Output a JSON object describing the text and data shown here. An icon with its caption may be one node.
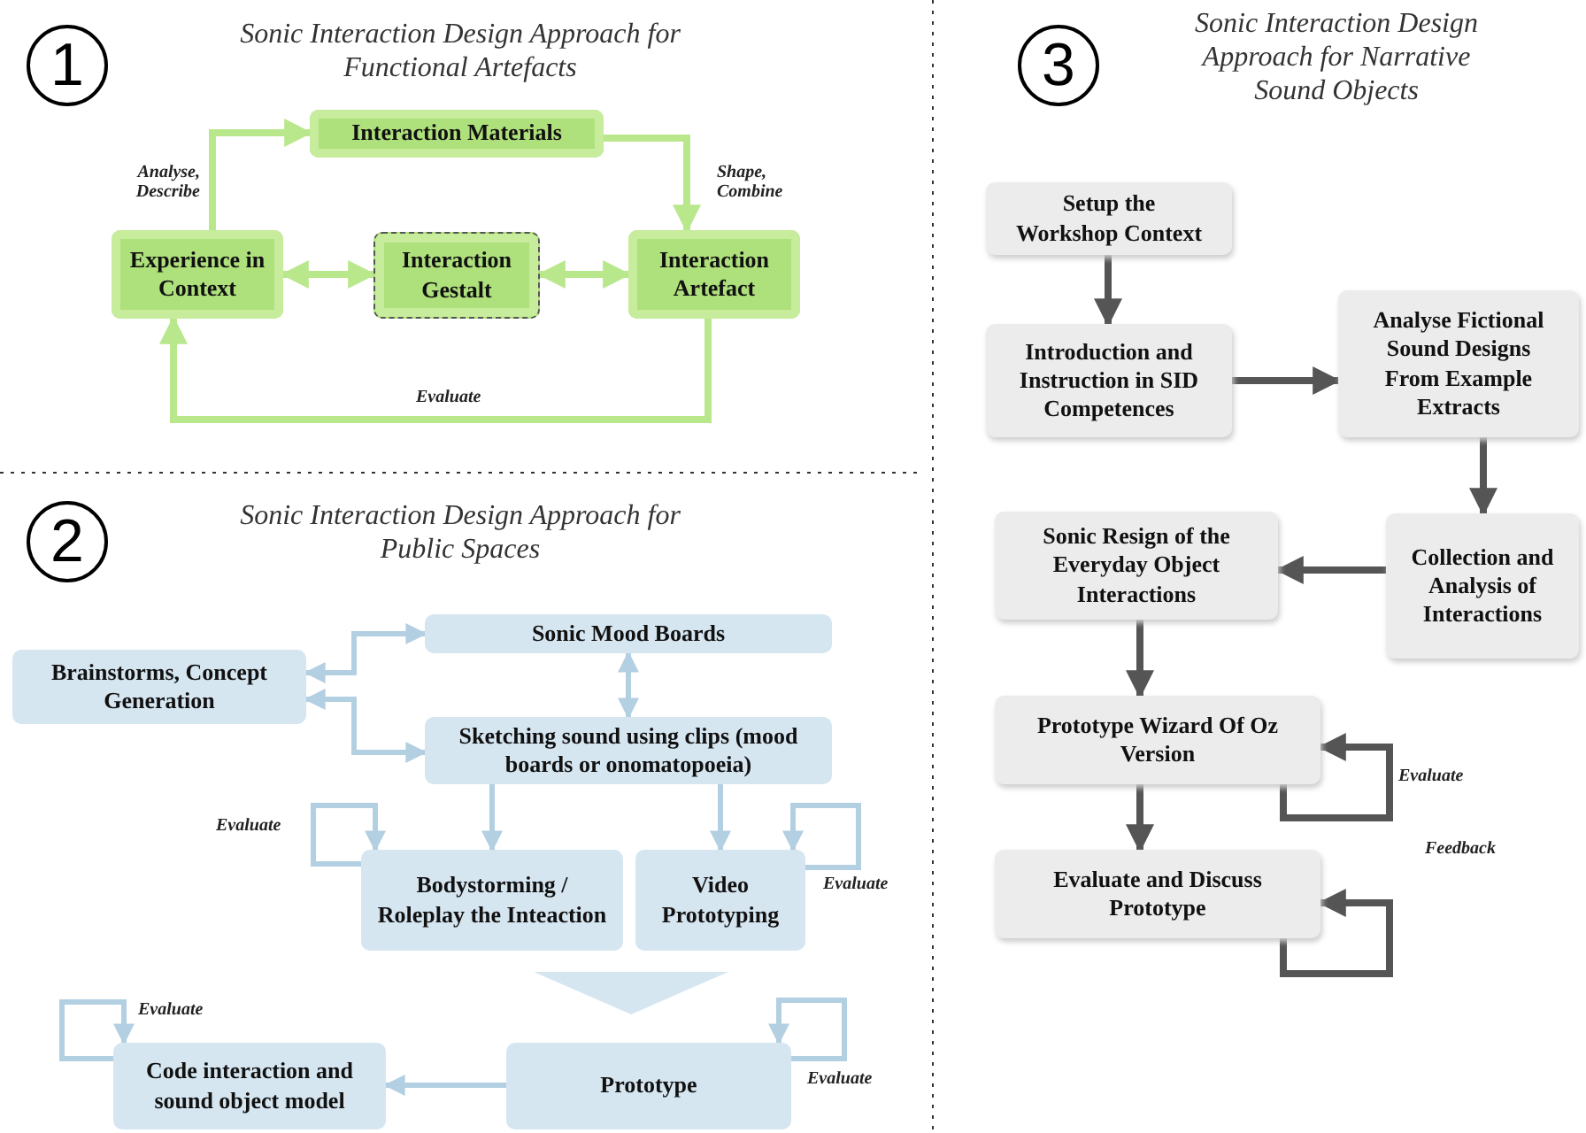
{
  "diagram": {
    "nodes": [
      {
        "text": [
          "Interaction Materials"
        ]
      },
      {
        "text": [
          "Experience in Context"
        ]
      },
      {
        "text": [
          "Interaction Gestalt"
        ]
      },
      {
        "text": [
          "Interaction Artefact"
        ]
      },
      {
        "text": [
          "Sonic Mood Boards"
        ]
      },
      {
        "text": [
          "Brainstorms, Concept Generation"
        ]
      },
      {
        "text": [
          "Sketching sound using clips (mood boards or onomatopoeia)"
        ]
      },
      {
        "text": [
          "Bodystorming / Roleplay the Inteaction"
        ]
      },
      {
        "text": [
          "Video Prototyping"
        ]
      },
      {
        "text": [
          "Code interaction and sound object model"
        ]
      },
      {
        "text": [
          "Prototype"
        ]
      },
      {
        "text": [
          "Setup the Workshop Context"
        ]
      },
      {
        "text": [
          "Introduction and Instruction in SID Competences"
        ]
      },
      {
        "text": [
          "Analyse Fictional Sound Designs From Example Extracts"
        ]
      },
      {
        "text": [
          "Sonic Resign of the Everyday Object Interactions"
        ]
      },
      {
        "text": [
          "Collection and Analysis of Interactions"
        ]
      },
      {
        "text": [
          "Prototype Wizard Of Oz Version"
        ]
      },
      {
        "text": [
          "Evaluate and Discuss Prototype"
        ]
      }
    ],
    "edges": [
      {
        "from": 1,
        "to": 0,
        "arrow": "to",
        "label": "Analyse, Describe",
        "color": "#b9e78c"
      },
      {
        "from": 0,
        "to": 3,
        "arrow": "to",
        "label": "Shape, Combine",
        "color": "#b9e78c"
      },
      {
        "from": 1,
        "to": 2,
        "arrow": "both",
        "color": "#b9e78c"
      },
      {
        "from": 2,
        "to": 3,
        "arrow": "both",
        "color": "#b9e78c"
      },
      {
        "from": 3,
        "to": 1,
        "arrow": "to",
        "label": "Evaluate",
        "color": "#b9e78c"
      },
      {
        "from": 5,
        "to": 4,
        "arrow": "both"
      },
      {
        "from": 5,
        "to": 6,
        "arrow": "both"
      },
      {
        "from": 4,
        "to": 6,
        "arrow": "both"
      },
      {
        "from": 6,
        "to": 7,
        "arrow": "to"
      },
      {
        "from": 6,
        "to": 8,
        "arrow": "to"
      },
      {
        "from": 7,
        "to": 7,
        "arrow": "to",
        "label": "Evaluate"
      },
      {
        "from": 8,
        "to": 8,
        "arrow": "to",
        "label": "Evaluate"
      },
      {
        "from": 7,
        "to": 10,
        "arrow": "to"
      },
      {
        "from": 8,
        "to": 10,
        "arrow": "to"
      },
      {
        "from": 9,
        "to": 9,
        "arrow": "to",
        "label": "Evaluate"
      },
      {
        "from": 10,
        "to": 10,
        "arrow": "to",
        "label": "Evaluate"
      },
      {
        "from": 10,
        "to": 9,
        "arrow": "to"
      },
      {
        "from": 11,
        "to": 12,
        "arrow": "to",
        "color": "#555555"
      },
      {
        "from": 12,
        "to": 13,
        "arrow": "to",
        "color": "#555555"
      },
      {
        "from": 13,
        "to": 15,
        "arrow": "to",
        "color": "#555555"
      },
      {
        "from": 15,
        "to": 14,
        "arrow": "to",
        "color": "#555555"
      },
      {
        "from": 14,
        "to": 16,
        "arrow": "to",
        "color": "#555555"
      },
      {
        "from": 16,
        "to": 17,
        "arrow": "to",
        "color": "#555555"
      },
      {
        "from": 16,
        "to": 16,
        "arrow": "to",
        "label": "Evaluate",
        "color": "#555555"
      },
      {
        "from": 17,
        "to": 17,
        "arrow": "to",
        "color": "#555555"
      }
    ],
    "labels": [
      "1",
      "Sonic Interaction Design Approach for Functional Artefacts",
      "2",
      "Sonic Interaction Design Approach for Public Spaces",
      "3",
      "Sonic Interaction Design Approach for Narrative Sound Objects",
      "Feedback"
    ]
  }
}
